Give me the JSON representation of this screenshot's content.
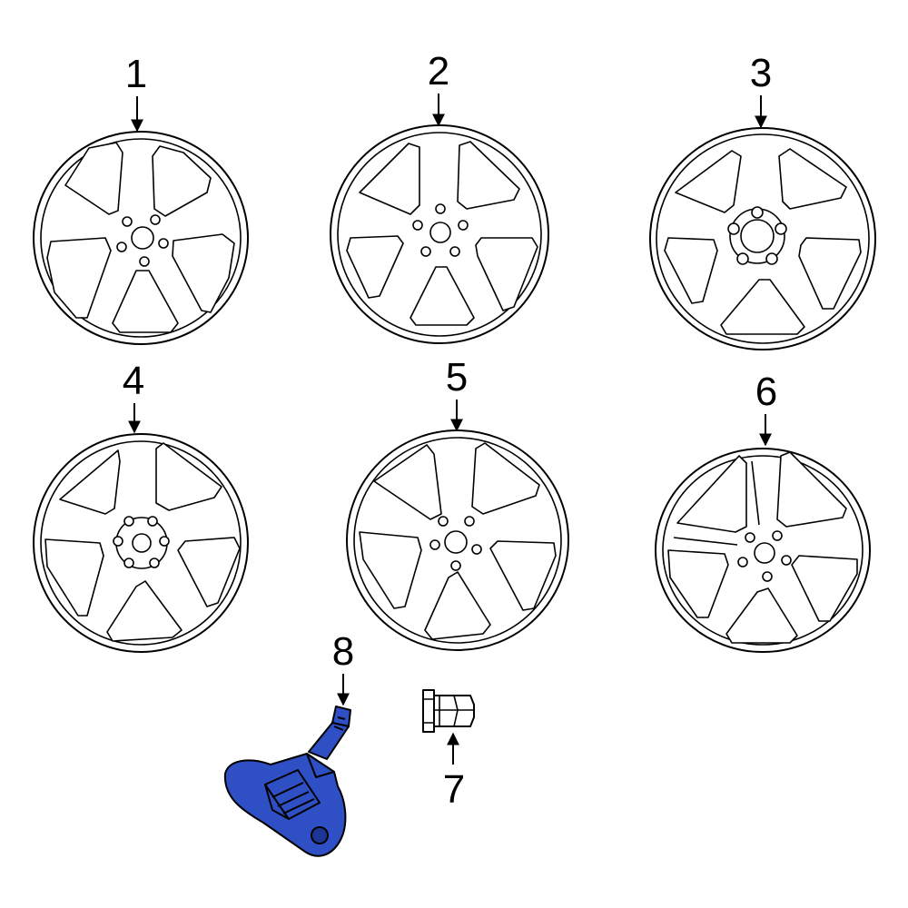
{
  "callouts": {
    "c1": "1",
    "c2": "2",
    "c3": "3",
    "c4": "4",
    "c5": "5",
    "c6": "6",
    "c7": "7",
    "c8": "8"
  },
  "colors": {
    "line": "#000000",
    "background": "#ffffff",
    "sensor_fill": "#2f4fc4",
    "sensor_shade": "#1e3596"
  },
  "parts": [
    {
      "callout": "1",
      "kind": "wheel",
      "style": "5-split-spoke",
      "lugs": 5
    },
    {
      "callout": "2",
      "kind": "wheel",
      "style": "5-spoke-triangle",
      "lugs": 5
    },
    {
      "callout": "3",
      "kind": "wheel",
      "style": "5-spoke-center-cap",
      "lugs": 5
    },
    {
      "callout": "4",
      "kind": "wheel",
      "style": "5-swept-spoke",
      "lugs": 6
    },
    {
      "callout": "5",
      "kind": "wheel",
      "style": "5-twisted-spoke",
      "lugs": 5
    },
    {
      "callout": "6",
      "kind": "wheel",
      "style": "5-double-spoke",
      "lugs": 5
    },
    {
      "callout": "7",
      "kind": "lug-nut-icon"
    },
    {
      "callout": "8",
      "kind": "tire-pressure-sensor-icon"
    }
  ]
}
